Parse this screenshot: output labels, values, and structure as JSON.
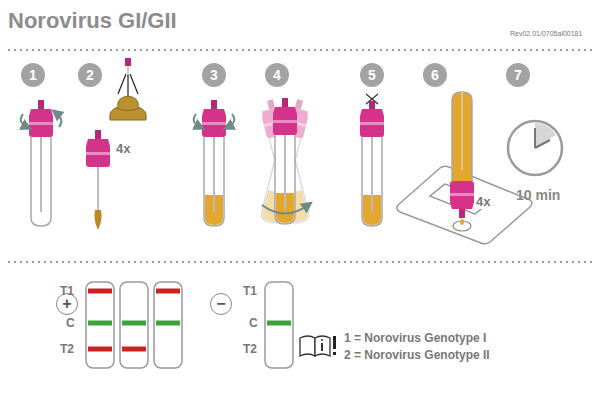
{
  "diagram": {
    "title": "Norovirus GI/GII",
    "nodes": [
      {
        "text": [
          "1"
        ]
      },
      {
        "text": [
          "2"
        ]
      },
      {
        "text": [
          "3"
        ]
      },
      {
        "text": [
          "4"
        ]
      },
      {
        "text": [
          "5"
        ]
      },
      {
        "text": [
          "6"
        ]
      },
      {
        "text": [
          "7"
        ]
      },
      {
        "text": [
          "+"
        ]
      },
      {
        "text": [
          "−"
        ]
      }
    ],
    "labels": [
      "Rev02.01/0705al00181",
      "4x",
      "4x",
      "10 min",
      "T1",
      "C",
      "T2",
      "T1",
      "C",
      "T2",
      "1 = Norovirus Genotype I",
      "2 = Norovirus Genotype II"
    ]
  }
}
